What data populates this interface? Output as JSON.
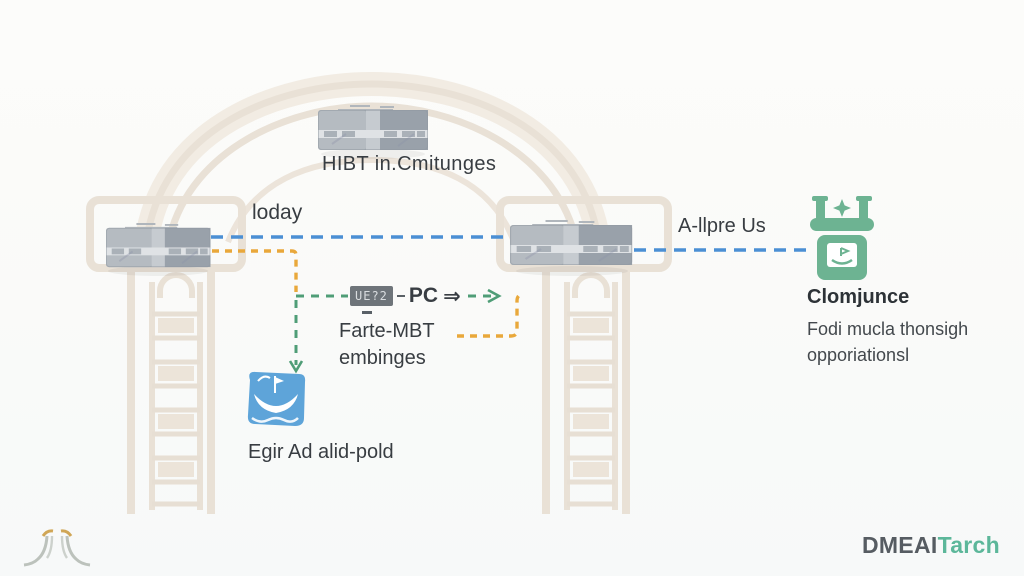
{
  "diagram": {
    "top_node_label": "HIBT in.Cmitunges",
    "link_today_label": "loday",
    "link_right_label": "A-llpre Us",
    "chip_label": "UE?2",
    "pc_label": "PC",
    "pc_arrow": "⇒",
    "mid_label_line1": "Farte-MBT",
    "mid_label_line2": "embinges",
    "boat_label": "Egir Ad alid-pold",
    "panel_title": "Clomjunce",
    "panel_line1": "Fodi mucla thonsigh",
    "panel_line2": "opporiationsl"
  },
  "footer": {
    "brand_left": "DMEAI",
    "brand_right": "Tarch"
  },
  "icons": {
    "top_server": "server-icon",
    "left_server": "server-icon",
    "right_server": "server-icon",
    "model_container": "container-icon",
    "sparkle": "sparkle-icon",
    "boat": "boat-icon",
    "brand_glyph": "brand-glyph-icon"
  },
  "colors": {
    "link_blue": "#4b8fd4",
    "link_orange": "#e9a83b",
    "link_green": "#4f9d77",
    "arch_beige": "#e9e1d6",
    "icon_green": "#6db392",
    "icon_blue": "#5ea4d9",
    "brand_gray": "#565c62",
    "brand_green": "#5cb79a"
  }
}
